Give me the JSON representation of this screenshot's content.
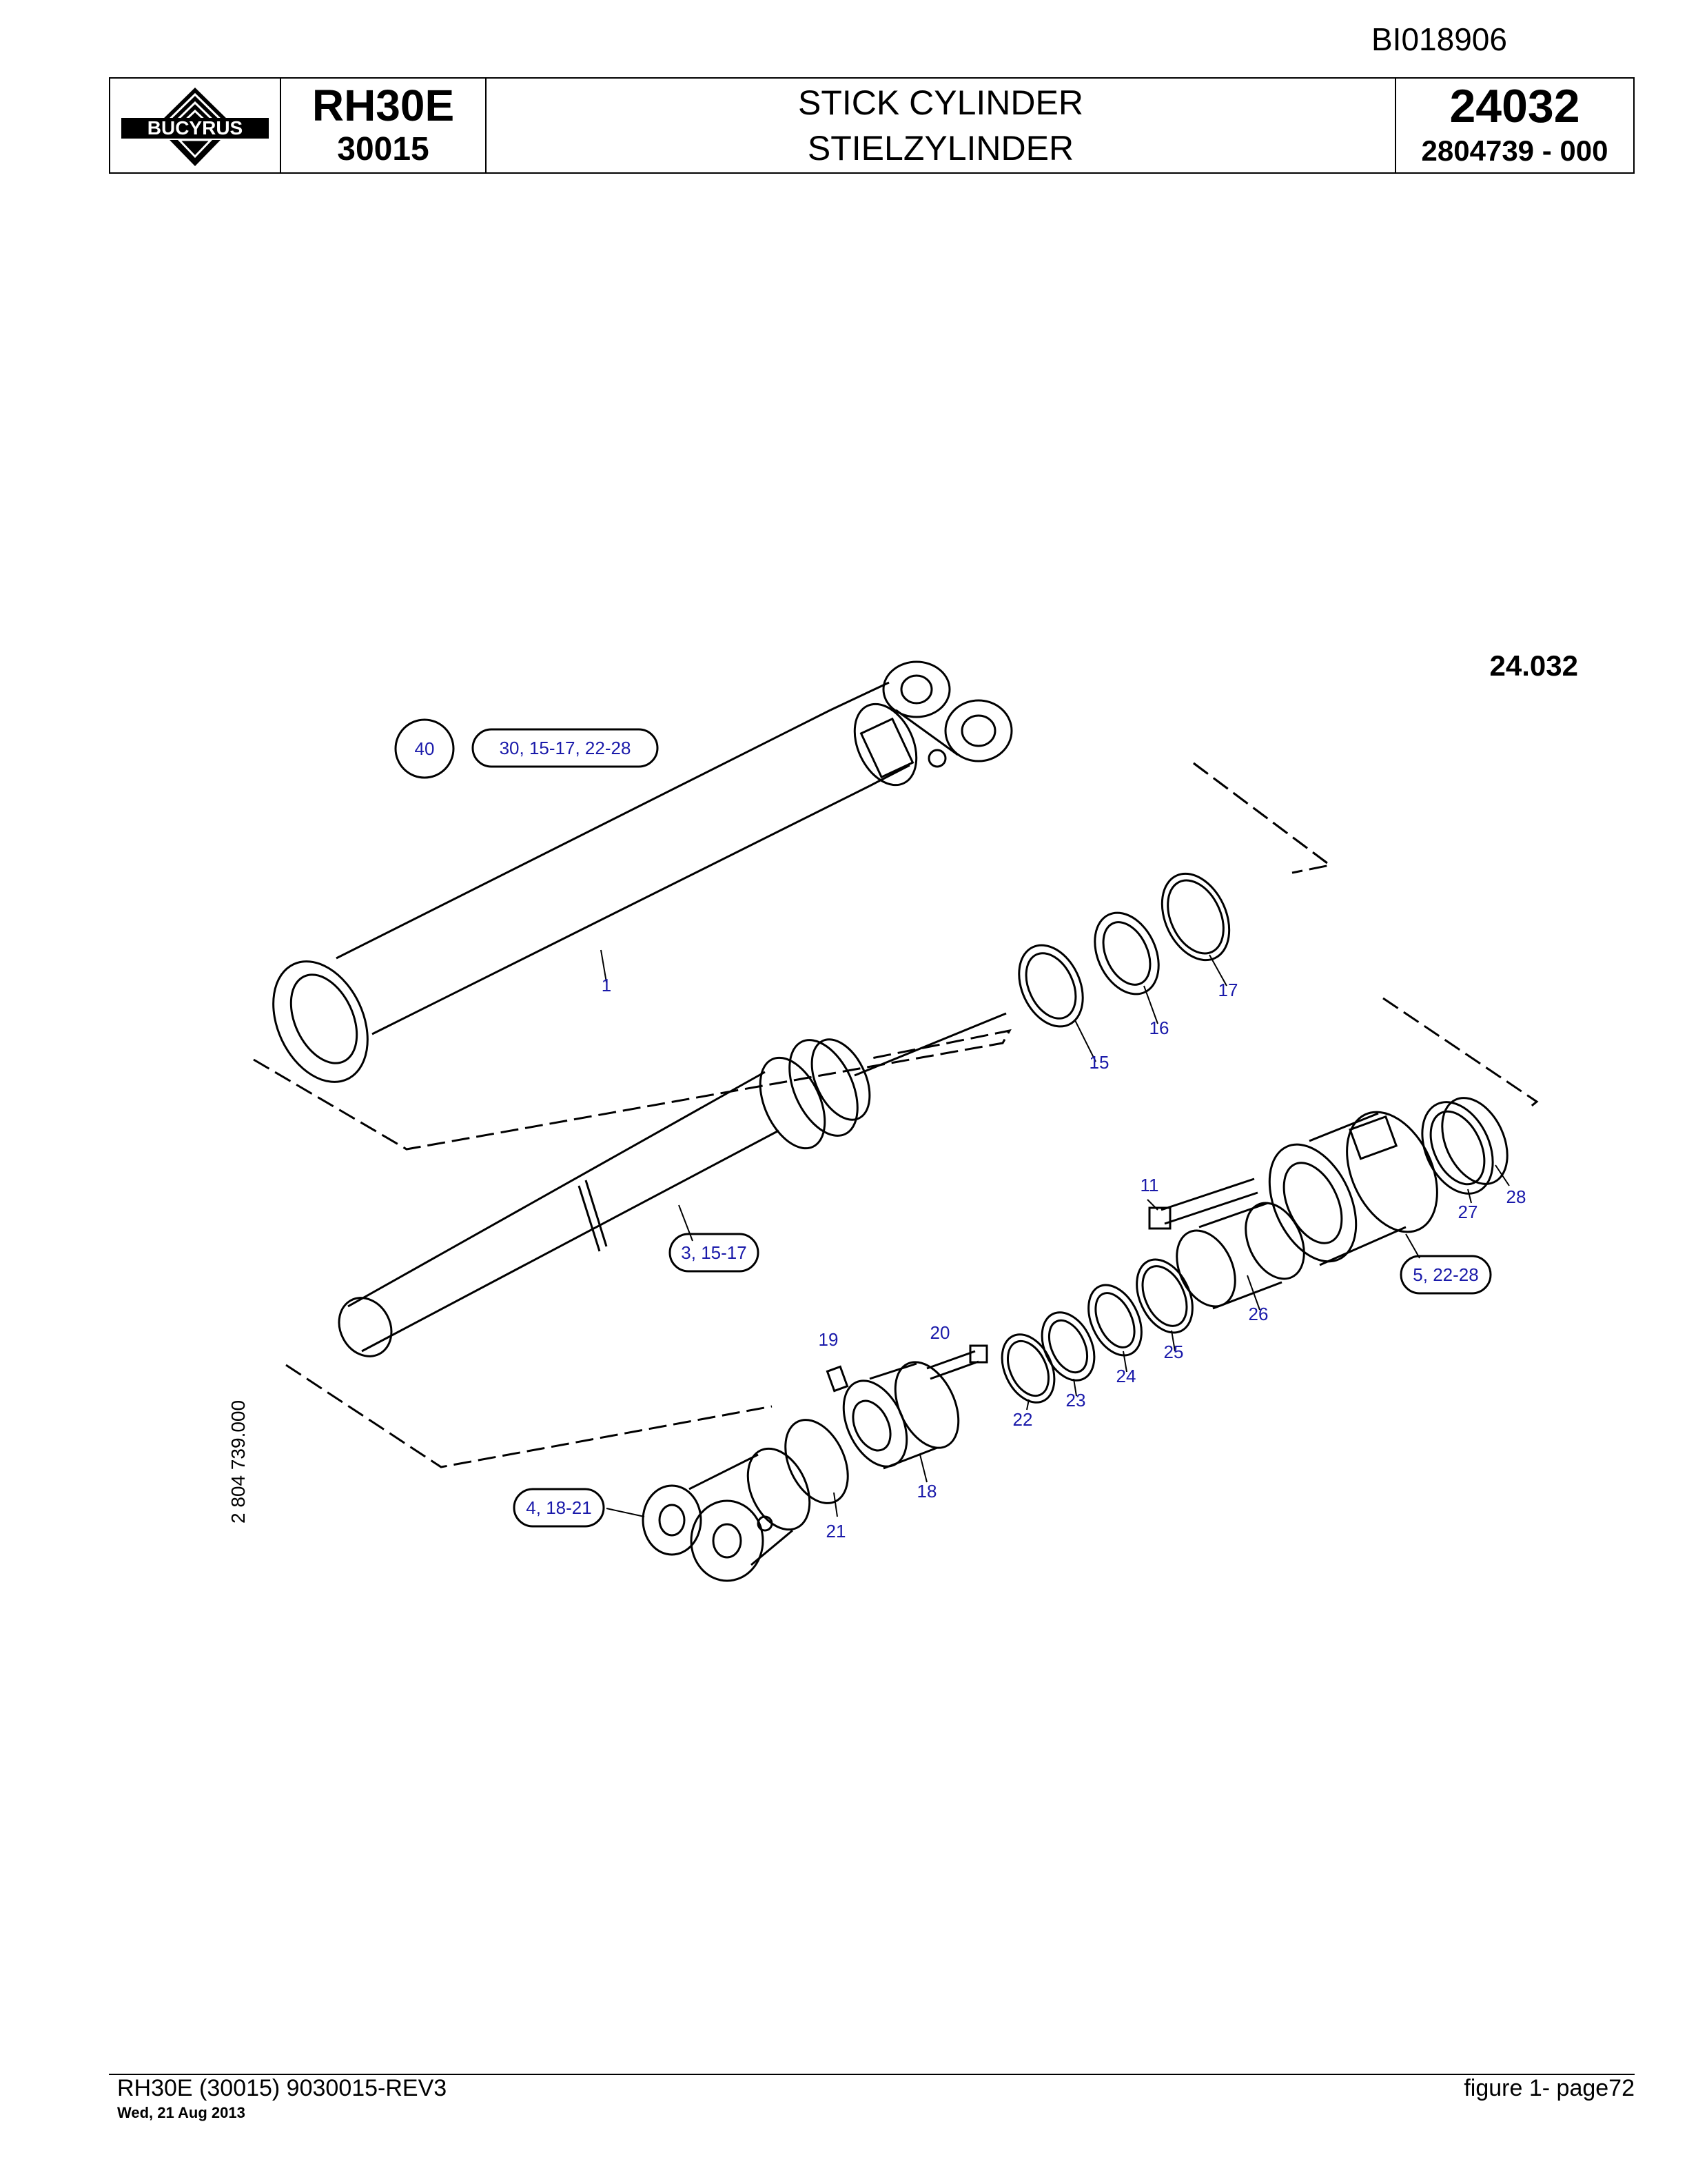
{
  "doc_id": "BI018906",
  "header": {
    "logo_text": "BUCYRUS",
    "model": "RH30E",
    "serial": "30015",
    "title_en": "STICK CYLINDER",
    "title_de": "STIELZYLINDER",
    "group_no": "24032",
    "part_no": "2804739  - 000"
  },
  "diagram": {
    "ref": "24.032",
    "side_label": "2 804 739.000",
    "callouts": {
      "c40": "40",
      "g30": "30, 15-17, 22-28",
      "p1": "1",
      "p15": "15",
      "p16": "16",
      "p17": "17",
      "g3": "3, 15-17",
      "p11": "11",
      "p27": "27",
      "p28": "28",
      "g5": "5, 22-28",
      "p26": "26",
      "p25": "25",
      "p24": "24",
      "p23": "23",
      "p22": "22",
      "p20": "20",
      "p19": "19",
      "p18": "18",
      "p21": "21",
      "g4": "4, 18-21"
    }
  },
  "footer": {
    "left": "RH30E (30015) 9030015-REV3",
    "date": "Wed, 21 Aug 2013",
    "right": "figure  1- page72"
  },
  "colors": {
    "callout_text": "#1a1aaa",
    "line": "#000000"
  }
}
